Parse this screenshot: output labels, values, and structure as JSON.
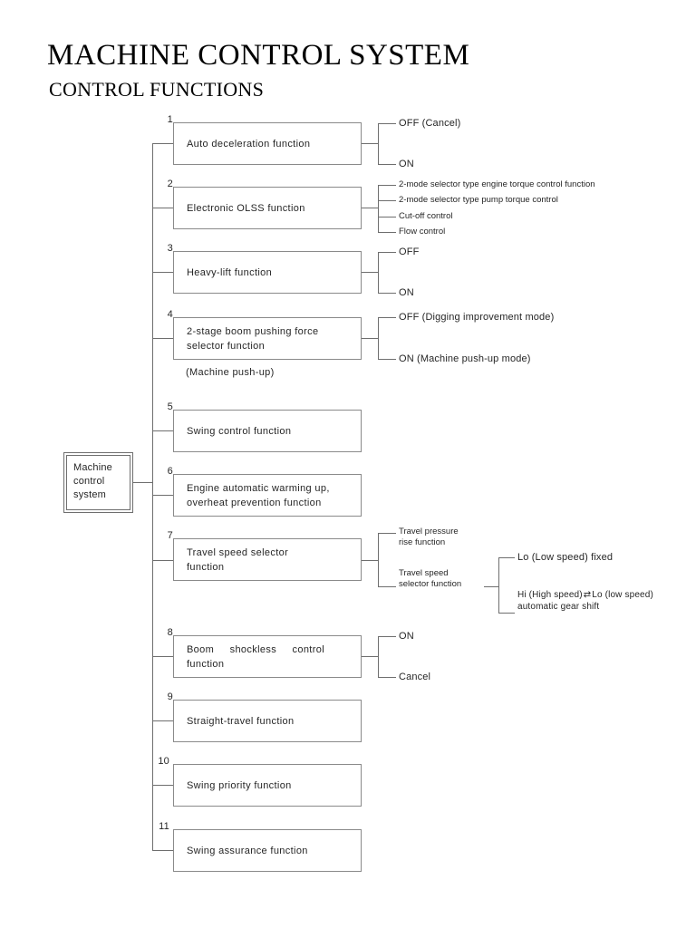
{
  "title": {
    "main": "MACHINE CONTROL SYSTEM",
    "sub": "CONTROL FUNCTIONS"
  },
  "root": {
    "label_line1": "Machine",
    "label_line2": "control",
    "label_line3": "system"
  },
  "chart_data": {
    "type": "diagram",
    "diagram_kind": "horizontal-tree",
    "title": "MACHINE CONTROL SYSTEM - CONTROL FUNCTIONS",
    "root": "Machine control system",
    "nodes": [
      {
        "index": "1",
        "label": "Auto deceleration function",
        "children": [
          "OFF (Cancel)",
          "ON"
        ]
      },
      {
        "index": "2",
        "label": "Electronic OLSS function",
        "children": [
          "2-mode selector type engine torque control function",
          "2-mode selector type pump torque control",
          "Cut-off control",
          "Flow control"
        ]
      },
      {
        "index": "3",
        "label": "Heavy-lift function",
        "children": [
          "OFF",
          "ON"
        ]
      },
      {
        "index": "4",
        "label": "2-stage boom pushing force selector function",
        "caption": "(Machine push-up)",
        "children": [
          "OFF (Digging improvement mode)",
          "ON (Machine push-up mode)"
        ]
      },
      {
        "index": "5",
        "label": "Swing control function",
        "children": []
      },
      {
        "index": "6",
        "label": "Engine automatic warming up, overheat prevention function",
        "children": []
      },
      {
        "index": "7",
        "label": "Travel speed selector function",
        "children": [
          "Travel pressure rise function",
          "Travel speed selector function"
        ],
        "grandchildren": [
          "Lo (Low speed) fixed",
          "Hi (High speed) ⇄ Lo (low speed) automatic gear shift"
        ]
      },
      {
        "index": "8",
        "label": "Boom shockless control function",
        "children": [
          "ON",
          "Cancel"
        ]
      },
      {
        "index": "9",
        "label": "Straight-travel function",
        "children": []
      },
      {
        "index": "10",
        "label": "Swing priority function",
        "children": []
      },
      {
        "index": "11",
        "label": "Swing assurance function",
        "children": []
      }
    ]
  },
  "nodes": {
    "n1": {
      "index": "1",
      "label": "Auto deceleration function",
      "leaf1": "OFF (Cancel)",
      "leaf2": "ON"
    },
    "n2": {
      "index": "2",
      "label": "Electronic OLSS function",
      "leaf1": "2-mode selector type engine torque control function",
      "leaf2": "2-mode selector type pump torque control",
      "leaf3": "Cut-off control",
      "leaf4": "Flow control"
    },
    "n3": {
      "index": "3",
      "label": "Heavy-lift function",
      "leaf1": "OFF",
      "leaf2": "ON"
    },
    "n4": {
      "index": "4",
      "label_line1": "2-stage boom pushing force",
      "label_line2": "selector function",
      "caption": "(Machine push-up)",
      "leaf1": "OFF (Digging improvement mode)",
      "leaf2": "ON (Machine push-up mode)"
    },
    "n5": {
      "index": "5",
      "label": "Swing control function"
    },
    "n6": {
      "index": "6",
      "label_line1": "Engine automatic warming up,",
      "label_line2": "overheat prevention function"
    },
    "n7": {
      "index": "7",
      "label_line1": "Travel speed selector",
      "label_line2": "function",
      "leaf1_line1": "Travel pressure",
      "leaf1_line2": "rise function",
      "leaf2_line1": "Travel speed",
      "leaf2_line2": "selector function",
      "sub1": "Lo (Low speed) fixed",
      "sub2_pre": "Hi (High speed)",
      "sub2_arrow": "⇄",
      "sub2_post": "Lo (low speed)",
      "sub2_line2": "automatic gear shift"
    },
    "n8": {
      "index": "8",
      "label_line1": "Boom shockless control",
      "label_line2": "function",
      "leaf1": "ON",
      "leaf2": "Cancel"
    },
    "n9": {
      "index": "9",
      "label": "Straight-travel function"
    },
    "n10": {
      "index": "10",
      "label": "Swing priority function"
    },
    "n11": {
      "index": "11",
      "label": "Swing assurance function"
    }
  }
}
